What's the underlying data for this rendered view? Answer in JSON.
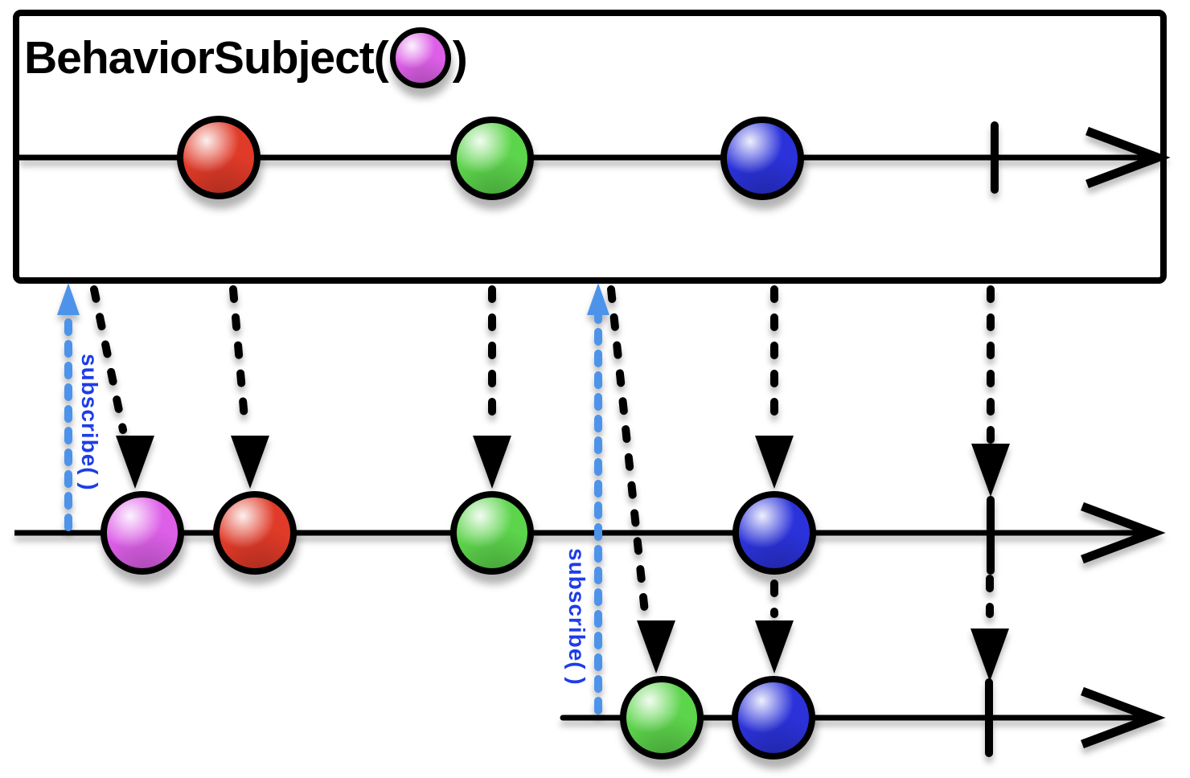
{
  "diagram": {
    "title": {
      "text": "BehaviorSubject(",
      "close_paren": ")",
      "initial_value": "magenta"
    },
    "source_timeline": {
      "events": [
        "red",
        "green",
        "blue"
      ],
      "completes": true
    },
    "subscribers": [
      {
        "label": "subscribe( )",
        "received_events": [
          "magenta",
          "red",
          "green",
          "blue"
        ],
        "completes": true
      },
      {
        "label": "subscribe( )",
        "received_events": [
          "green",
          "blue"
        ],
        "completes": true
      }
    ]
  },
  "colors": {
    "marble_magenta": "#dd5fe8",
    "marble_red": "#e03a28",
    "marble_green": "#5cd44b",
    "marble_blue": "#2b32da",
    "subscribe_arrow": "#4d93ea",
    "subscribe_text": "#1e3ce9",
    "stroke": "#000000"
  }
}
